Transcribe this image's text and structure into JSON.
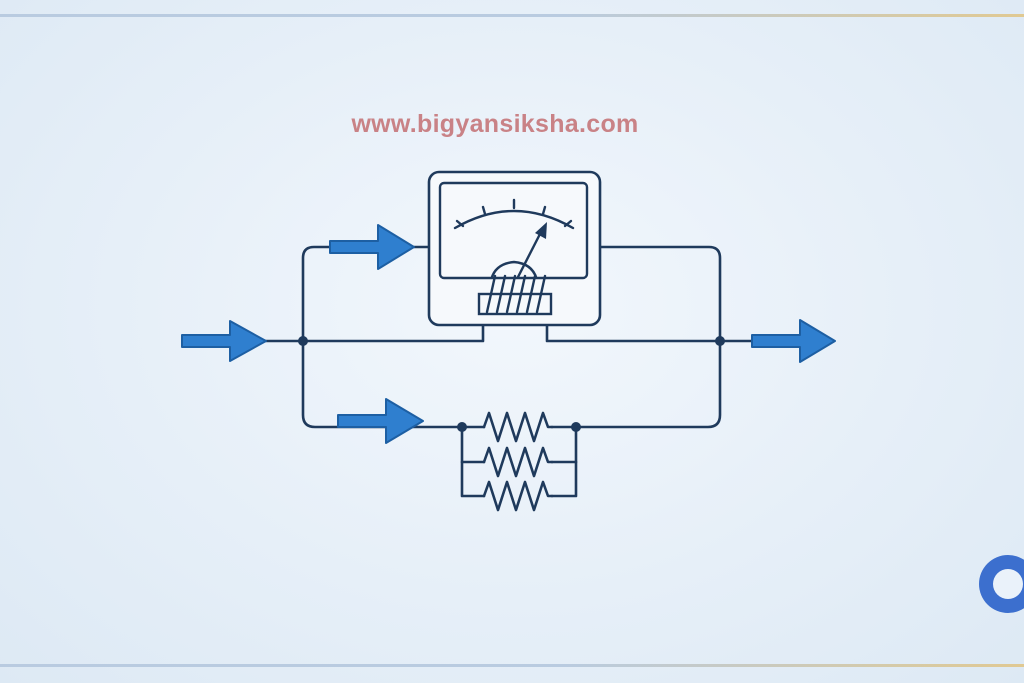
{
  "watermark": {
    "text": "www.bigyansiksha.com"
  },
  "colors": {
    "wire": "#1f3a5c",
    "arrow_fill": "#2f7fcf",
    "arrow_stroke": "#1d5fa3",
    "meter_face": "#f6f9fc",
    "rule_blue": "#b9cbe0",
    "rule_gold": "#e0c992",
    "watermark": "#c98286",
    "logo": "#3c6fce"
  },
  "diagram": {
    "components": {
      "meter": "galvanometer-meter-icon",
      "coil": "moving-coil-icon",
      "shunt": "parallel-shunt-resistors-icon"
    },
    "current_arrows": [
      "input-current",
      "meter-branch-current",
      "shunt-branch-current",
      "output-current"
    ]
  },
  "logo": {
    "icon": "circle-logo-icon"
  }
}
